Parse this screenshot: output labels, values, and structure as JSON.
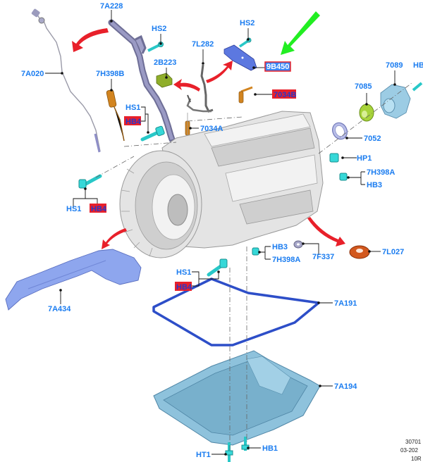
{
  "diagram": {
    "title": "Transmission exploded view",
    "accent_label_color": "#1a7cf0",
    "highlight_color": "#e8202a",
    "pointer_color": "#22ee22",
    "parts": [
      {
        "id": "7A228",
        "label": "7A228"
      },
      {
        "id": "7A020",
        "label": "7A020"
      },
      {
        "id": "HS2_a",
        "label": "HS2"
      },
      {
        "id": "HS2_b",
        "label": "HS2"
      },
      {
        "id": "2B223",
        "label": "2B223"
      },
      {
        "id": "7L282",
        "label": "7L282"
      },
      {
        "id": "9B450",
        "label": "9B450",
        "highlighted": true
      },
      {
        "id": "7H398B",
        "label": "7H398B"
      },
      {
        "id": "7034B",
        "label": "7034B",
        "highlighted": true
      },
      {
        "id": "HS1_a",
        "label": "HS1"
      },
      {
        "id": "HB4_a",
        "label": "HB4",
        "highlighted": true
      },
      {
        "id": "7034A",
        "label": "7034A"
      },
      {
        "id": "7085",
        "label": "7085"
      },
      {
        "id": "7089",
        "label": "7089"
      },
      {
        "id": "HB_tr",
        "label": "HB"
      },
      {
        "id": "7052",
        "label": "7052"
      },
      {
        "id": "HP1",
        "label": "HP1"
      },
      {
        "id": "7H398A_r",
        "label": "7H398A"
      },
      {
        "id": "HB3_r",
        "label": "HB3"
      },
      {
        "id": "HS1_b",
        "label": "HS1"
      },
      {
        "id": "HB4_b",
        "label": "HB4",
        "highlighted": true
      },
      {
        "id": "HB3_c",
        "label": "HB3"
      },
      {
        "id": "7H398A_c",
        "label": "7H398A"
      },
      {
        "id": "7F337",
        "label": "7F337"
      },
      {
        "id": "7L027",
        "label": "7L027"
      },
      {
        "id": "7A434",
        "label": "7A434"
      },
      {
        "id": "HS1_c",
        "label": "HS1"
      },
      {
        "id": "HB4_c",
        "label": "HB4",
        "highlighted": true
      },
      {
        "id": "7A191",
        "label": "7A191"
      },
      {
        "id": "7A194",
        "label": "7A194"
      },
      {
        "id": "HT1",
        "label": "HT1"
      },
      {
        "id": "HB1",
        "label": "HB1"
      }
    ],
    "reference": {
      "line1": "30701",
      "line2": "03-202",
      "line3": "10R"
    }
  }
}
